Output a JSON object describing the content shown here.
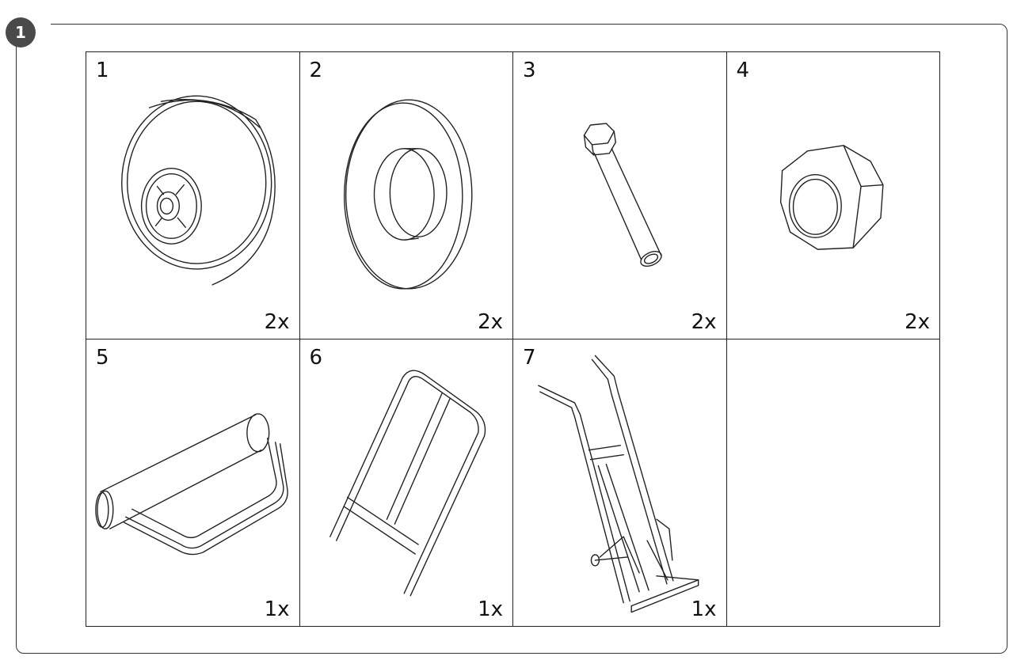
{
  "step": {
    "number": "1"
  },
  "parts": [
    {
      "number": "1",
      "quantity": "2x",
      "icon": "wheel-icon"
    },
    {
      "number": "2",
      "quantity": "2x",
      "icon": "washer-icon"
    },
    {
      "number": "3",
      "quantity": "2x",
      "icon": "bolt-icon"
    },
    {
      "number": "4",
      "quantity": "2x",
      "icon": "nut-icon"
    },
    {
      "number": "5",
      "quantity": "1x",
      "icon": "handle-bracket-icon"
    },
    {
      "number": "6",
      "quantity": "1x",
      "icon": "frame-icon"
    },
    {
      "number": "7",
      "quantity": "1x",
      "icon": "hand-truck-icon"
    }
  ]
}
